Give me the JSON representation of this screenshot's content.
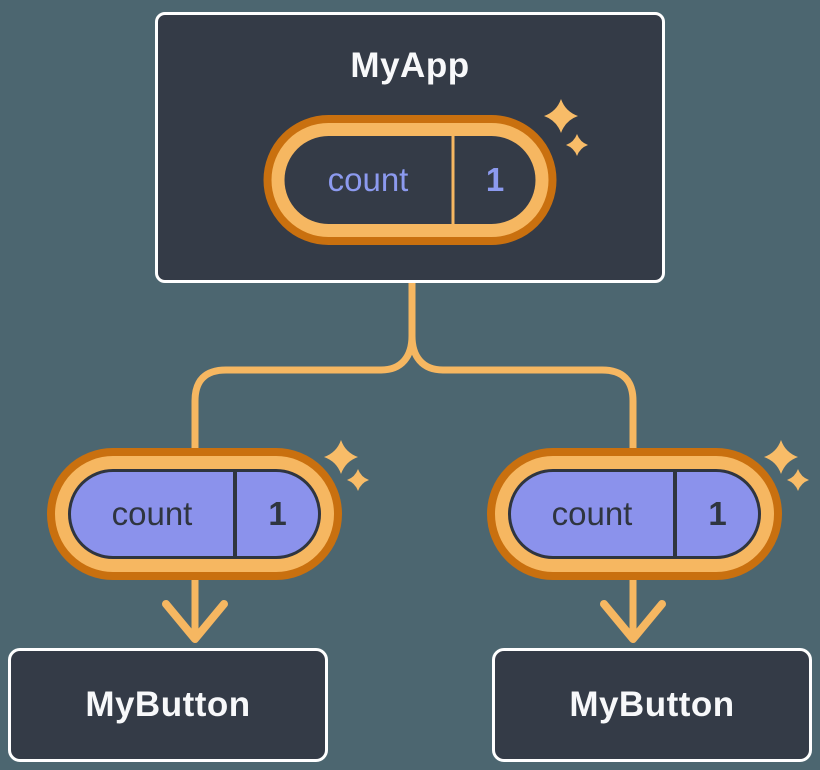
{
  "colors": {
    "background": "#4C6670",
    "box_fill": "#343B47",
    "box_border": "#FFFFFF",
    "connector": "#F6B761",
    "sparkle": "#F8BC68",
    "ring_outer": "#C9700F",
    "ring_inner": "#F6B761",
    "state_text": "#8C9AEF",
    "prop_pill_fill": "#8B92EC",
    "prop_text": "#2F353F",
    "title_text": "#F7F8FA"
  },
  "root_component": {
    "title": "MyApp",
    "state": {
      "name": "count",
      "value": "1"
    }
  },
  "child_components": [
    {
      "title": "MyButton",
      "prop": {
        "name": "count",
        "value": "1"
      }
    },
    {
      "title": "MyButton",
      "prop": {
        "name": "count",
        "value": "1"
      }
    }
  ],
  "icons": {
    "sparkle": "✦ four-point star",
    "arrowhead": "▼ downward chevron arrow"
  }
}
